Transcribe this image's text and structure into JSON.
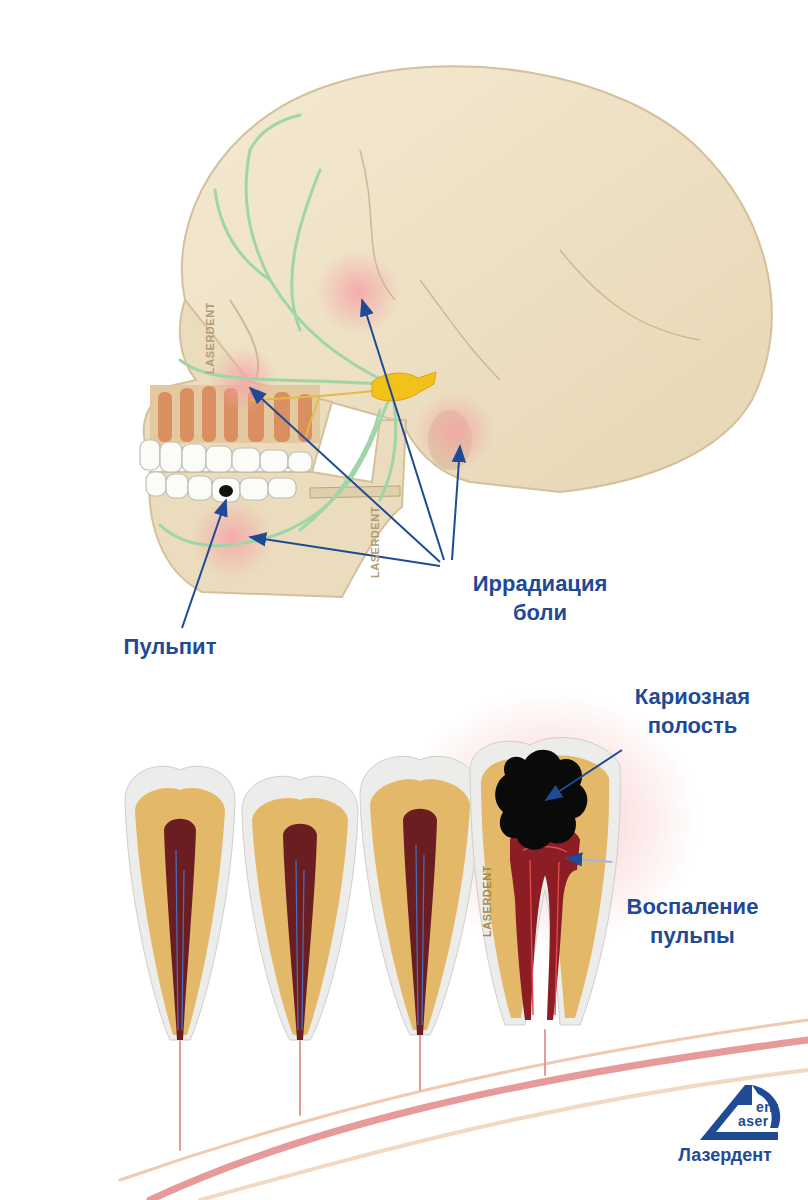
{
  "diagram": {
    "labels": [
      "LASERDENT",
      "LASERDENT",
      "Иррадиация боли",
      "Пульпит",
      "Кариозная полость",
      "LASERDENT",
      "Воспаление пульпы",
      "ent",
      "aser",
      "Лазердент"
    ]
  }
}
